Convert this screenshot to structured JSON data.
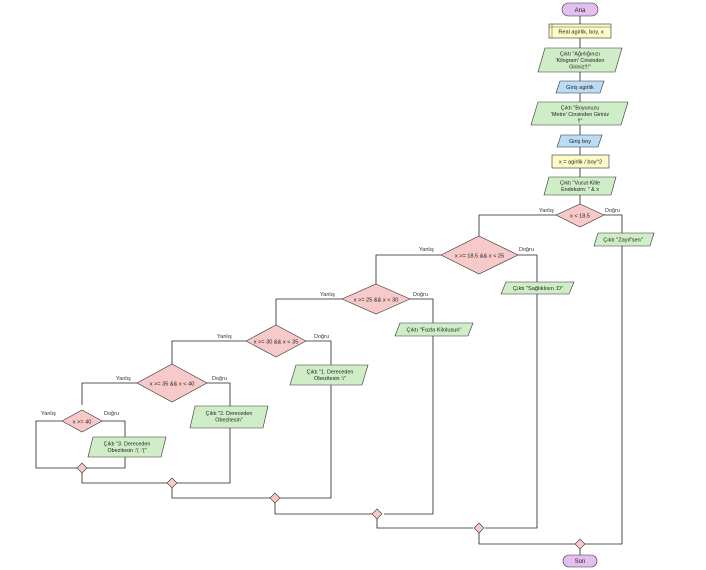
{
  "colors": {
    "terminal": "#e3bff0",
    "declare": "#fdfbc6",
    "output": "#cfeec8",
    "input": "#bcdcf6",
    "assign": "#fdfbc6",
    "decision": "#f7c9c9",
    "connector": "#f7c9c9",
    "stroke": "#333333"
  },
  "nodes": {
    "start": "Ana",
    "declare": "Real agirlik, boy, x",
    "out_weight": [
      "Çıktı \"Ağırlığınızı",
      "'Kilogram' Cinsinden",
      "Giriniz!!!\""
    ],
    "in_weight": "Giriş agirlik",
    "out_height": [
      "Çıktı \"Boyunuzu",
      "'Metre' Cinsinden Giriniz",
      "!!\""
    ],
    "in_height": "Giriş boy",
    "assign_x": "x = agirlik / boy^2",
    "out_bmi": [
      "Çıktı \"Vucut Kitle",
      "Endeksim: \" & x"
    ],
    "d1": "x < 18.5",
    "out_d1": "Çıktı \"Zayıf'sen\"",
    "d2": "x >= 18.5 && x < 25",
    "out_d2": "Çıktı \"Sağlıklısın :D\"",
    "d3": "x >= 25 && x < 30",
    "out_d3": "Çıktı \"Fazla Kilolusun\"",
    "d4": "x >= 30 && x < 35",
    "out_d4": [
      "Çıktı \"1. Dereceden",
      "Obezitesin :\\\""
    ],
    "d5": "x >= 35 && x < 40",
    "out_d5": [
      "Çıktı \"2. Dereceden",
      "Obezitesin\""
    ],
    "d6": "x >= 40",
    "out_d6": [
      "Çıktı \"3. Dereceden",
      "Obezitesin :'( :'(\""
    ],
    "end": "Son"
  },
  "branch_labels": {
    "yes": "Doğru",
    "no": "Yanlış"
  }
}
